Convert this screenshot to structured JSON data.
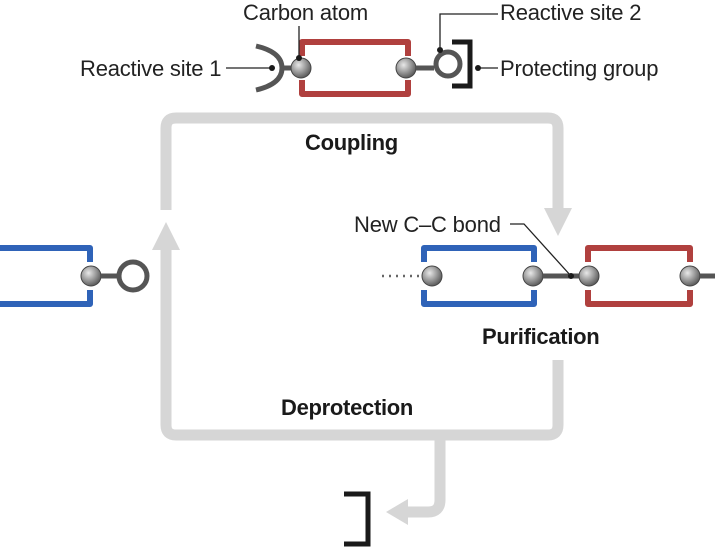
{
  "labels": {
    "carbon_atom": "Carbon atom",
    "reactive_site_1": "Reactive site 1",
    "reactive_site_2": "Reactive site 2",
    "protecting_group": "Protecting group",
    "new_cc_bond": "New C–C bond"
  },
  "steps": {
    "coupling": "Coupling",
    "purification": "Purification",
    "deprotection": "Deprotection"
  },
  "colors": {
    "blue_block": "#2f63b8",
    "blue_block_dark": "#1f4f9c",
    "red_block": "#b0403e",
    "red_block_dark": "#8f2a2a",
    "cycle_arrow": "#d6d6d6",
    "atom_fill": "#9a9a9a",
    "bond": "#555555",
    "protecting_bracket": "#1a1a1a"
  }
}
